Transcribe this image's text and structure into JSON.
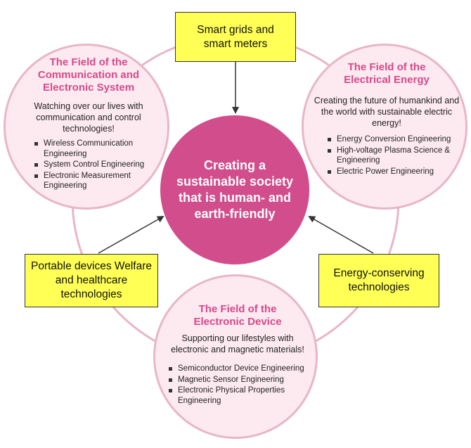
{
  "center": {
    "text": "Creating a sustainable society that is human- and earth-friendly"
  },
  "fields": {
    "communication": {
      "title": "The Field of the Communication and Electronic System",
      "description": "Watching over our lives with communication and control technologies!",
      "items": [
        "Wireless Communication Engineering",
        "System Control Engineering",
        "Electronic Measurement Engineering"
      ]
    },
    "electrical_energy": {
      "title": "The Field of the Electrical Energy",
      "description": "Creating the future of humankind and the world with sustainable electric energy!",
      "items": [
        "Energy Conversion Engineering",
        "High-voltage Plasma Science & Engineering",
        "Electric Power Engineering"
      ]
    },
    "electronic_device": {
      "title": "The Field of the Electronic Device",
      "description": "Supporting our lifestyles with electronic and magnetic materials!",
      "items": [
        "Semiconductor Device Engineering",
        "Magnetic Sensor Engineering",
        "Electronic Physical Properties Engineering"
      ]
    }
  },
  "boxes": {
    "top": "Smart grids and smart meters",
    "left": "Portable devices Welfare and healthcare technologies",
    "right": "Energy-conserving technologies"
  },
  "colors": {
    "center_fill": "#d14d8c",
    "field_fill": "#fdeaf0",
    "field_border": "#e8b6c8",
    "title_color": "#d9488a",
    "box_fill": "#ffff55",
    "ring": "#e8b6c8"
  }
}
